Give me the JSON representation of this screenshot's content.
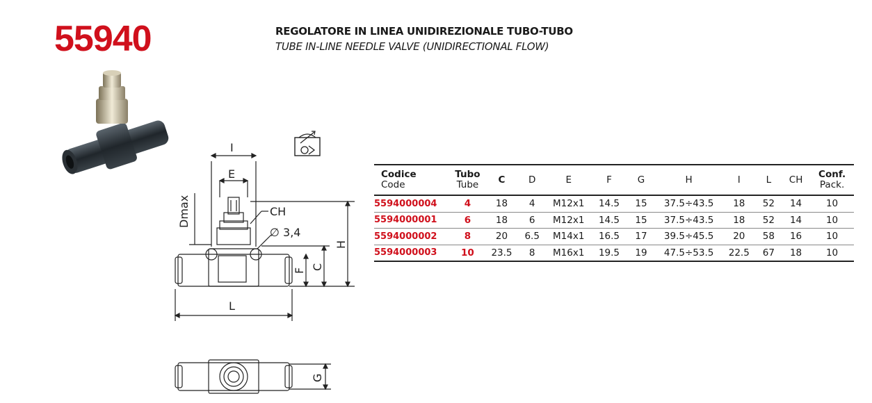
{
  "header": {
    "code": "55940",
    "title_it": "REGOLATORE IN LINEA UNIDIREZIONALE TUBO-TUBO",
    "title_en": "TUBE IN-LINE NEEDLE VALVE (UNIDIRECTIONAL FLOW)"
  },
  "drawing": {
    "label_i": "I",
    "label_e": "E",
    "label_dmax": "Dmax",
    "label_ch": "CH",
    "label_hole": "∅ 3,4",
    "label_h": "H",
    "label_c": "C",
    "label_f": "F",
    "label_l": "L",
    "label_g": "G"
  },
  "table": {
    "headers": [
      {
        "top": "Codice",
        "bottom": "Code"
      },
      {
        "top": "Tubo",
        "bottom": "Tube"
      },
      {
        "top": "C",
        "bottom": ""
      },
      {
        "top": "D",
        "bottom": ""
      },
      {
        "top": "E",
        "bottom": ""
      },
      {
        "top": "F",
        "bottom": ""
      },
      {
        "top": "G",
        "bottom": ""
      },
      {
        "top": "H",
        "bottom": ""
      },
      {
        "top": "I",
        "bottom": ""
      },
      {
        "top": "L",
        "bottom": ""
      },
      {
        "top": "CH",
        "bottom": ""
      },
      {
        "top": "Conf.",
        "bottom": "Pack."
      }
    ],
    "rows": [
      [
        "5594000004",
        "4",
        "18",
        "4",
        "M12x1",
        "14.5",
        "15",
        "37.5÷43.5",
        "18",
        "52",
        "14",
        "10"
      ],
      [
        "5594000001",
        "6",
        "18",
        "6",
        "M12x1",
        "14.5",
        "15",
        "37.5÷43.5",
        "18",
        "52",
        "14",
        "10"
      ],
      [
        "5594000002",
        "8",
        "20",
        "6.5",
        "M14x1",
        "16.5",
        "17",
        "39.5÷45.5",
        "20",
        "58",
        "16",
        "10"
      ],
      [
        "5594000003",
        "10",
        "23.5",
        "8",
        "M16x1",
        "19.5",
        "19",
        "47.5÷53.5",
        "22.5",
        "67",
        "18",
        "10"
      ]
    ]
  }
}
